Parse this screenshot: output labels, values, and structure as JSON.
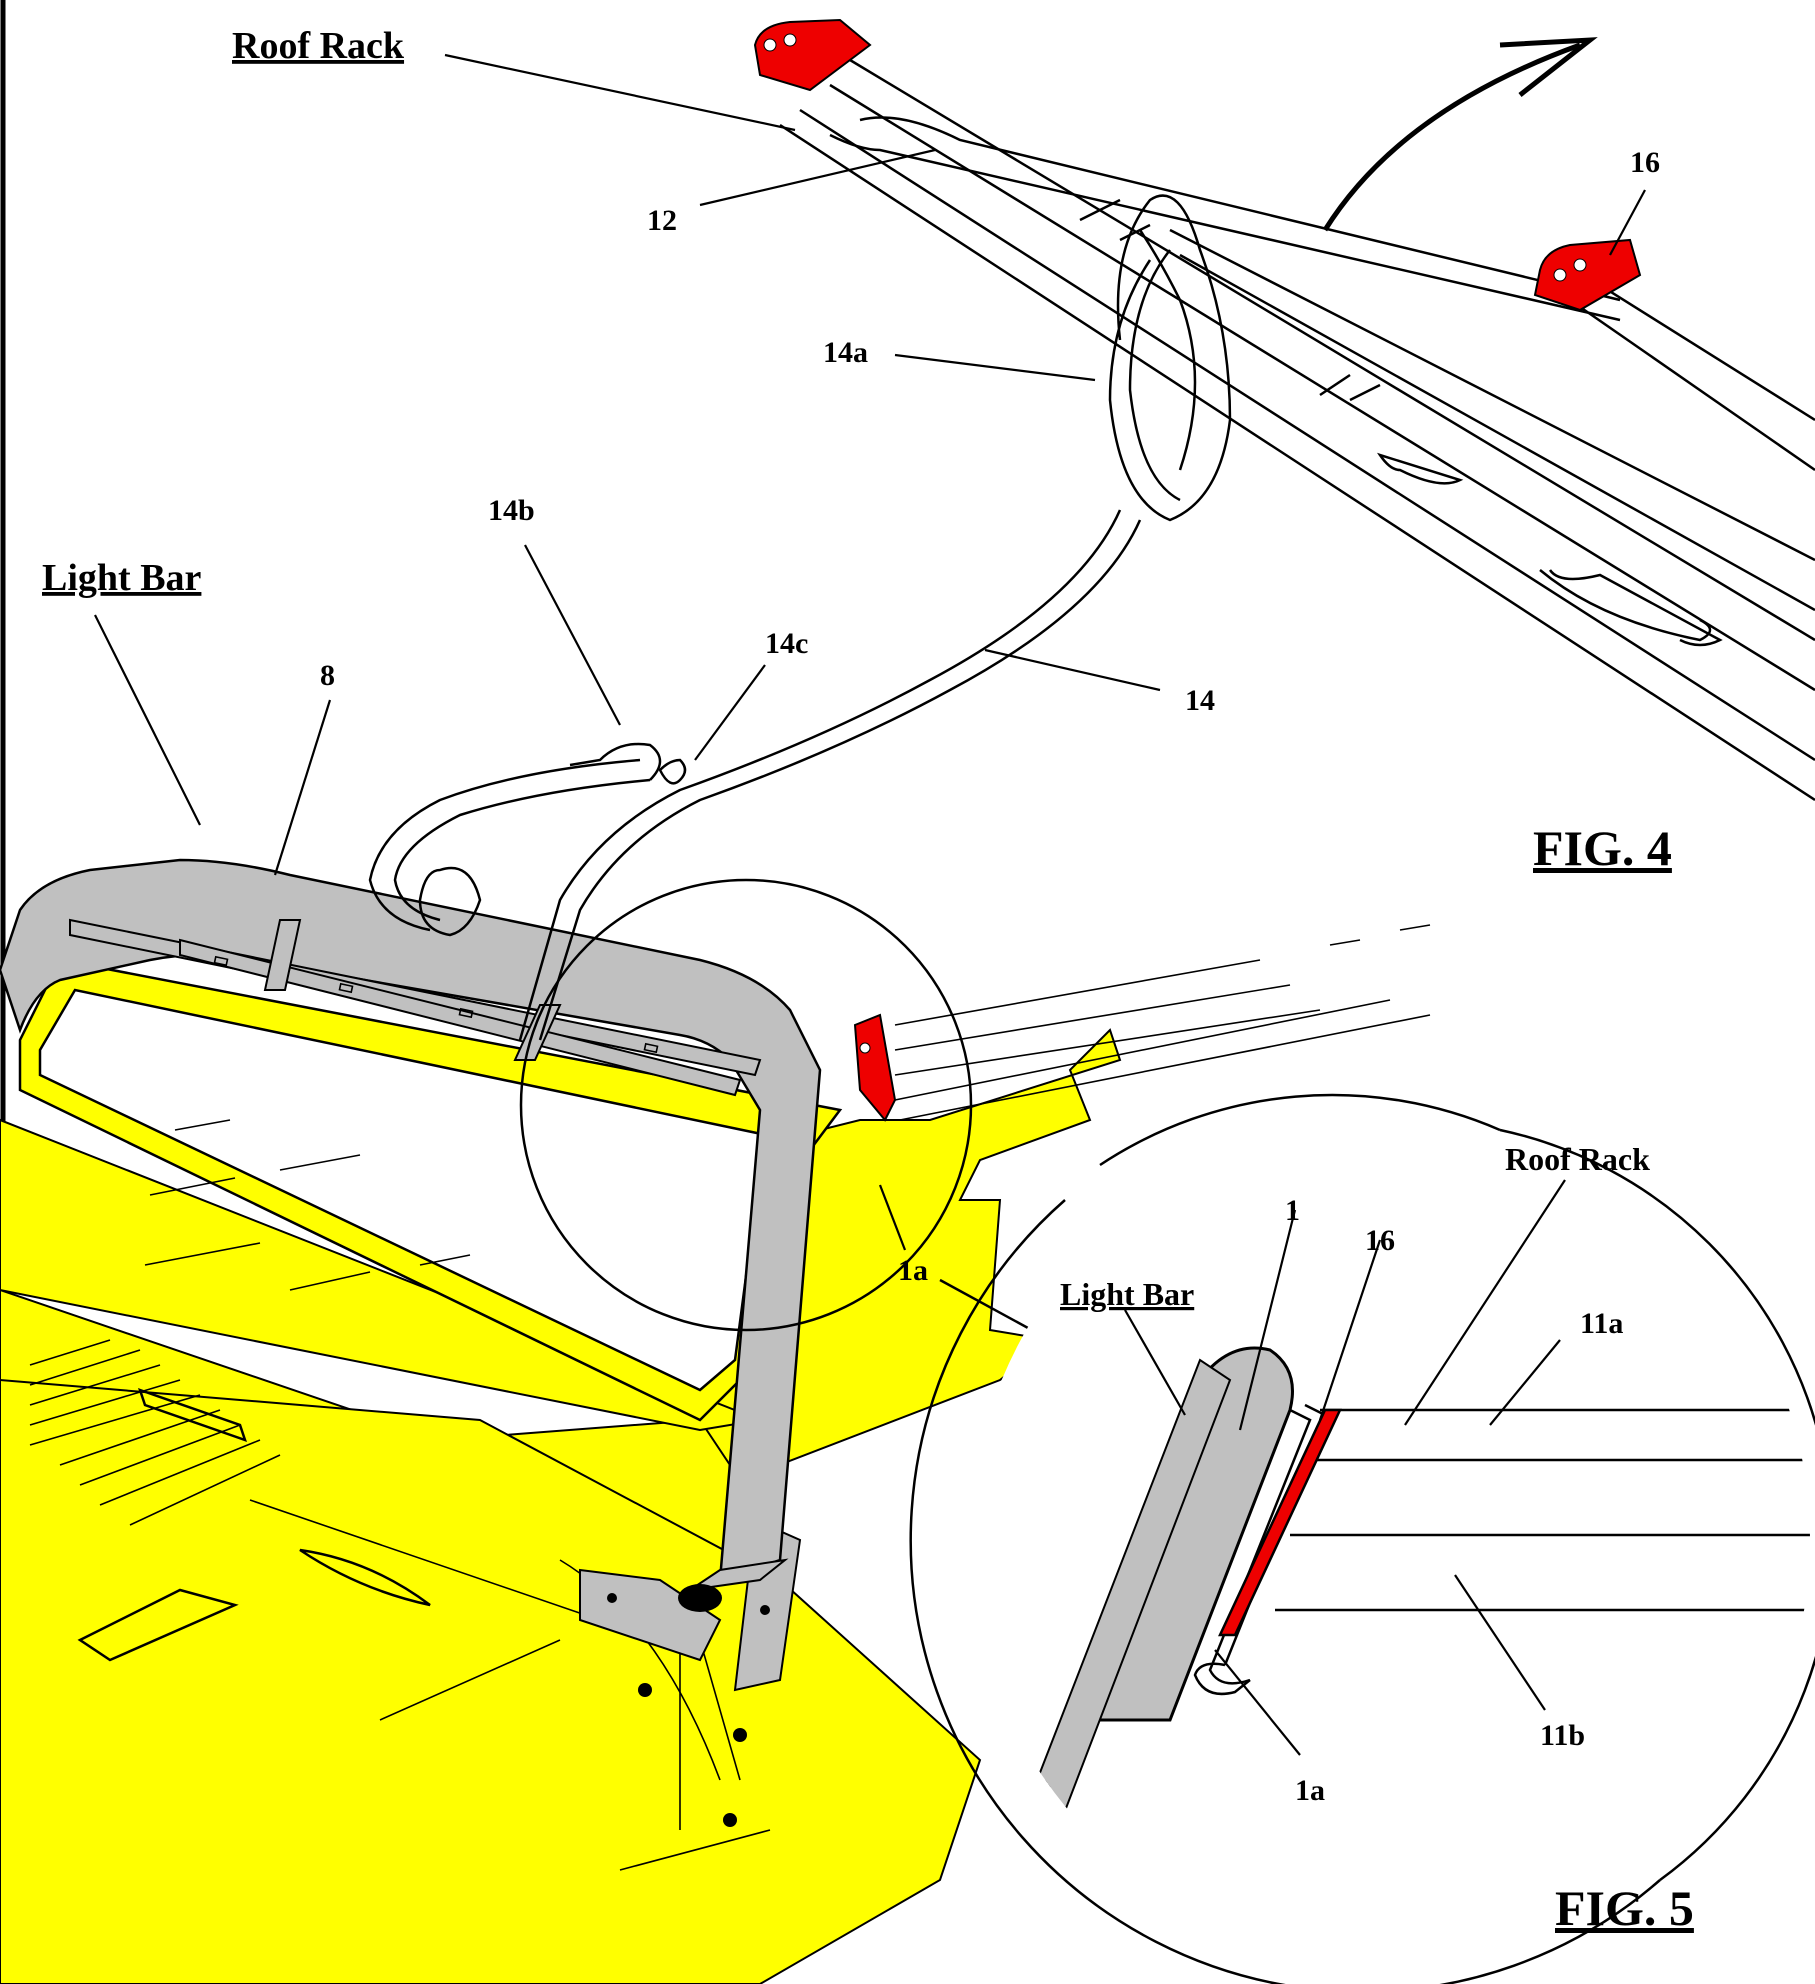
{
  "figures": {
    "fig4": "FIG. 4",
    "fig5": "FIG. 5"
  },
  "labels": {
    "roof_rack_main": "Roof Rack",
    "light_bar_main": "Light Bar",
    "roof_rack_detail": "Roof Rack",
    "light_bar_detail": "Light Bar",
    "ref_12": "12",
    "ref_16_top": "16",
    "ref_14a": "14a",
    "ref_14b": "14b",
    "ref_14c": "14c",
    "ref_14": "14",
    "ref_8": "8",
    "ref_1a_main": "1a",
    "ref_1": "1",
    "ref_16_detail": "16",
    "ref_11a": "11a",
    "ref_11b": "11b",
    "ref_1a_detail": "1a"
  },
  "colors": {
    "vehicle_yellow": "#ffff00",
    "bar_gray": "#c0c0c0",
    "bracket_red": "#ee0000"
  }
}
